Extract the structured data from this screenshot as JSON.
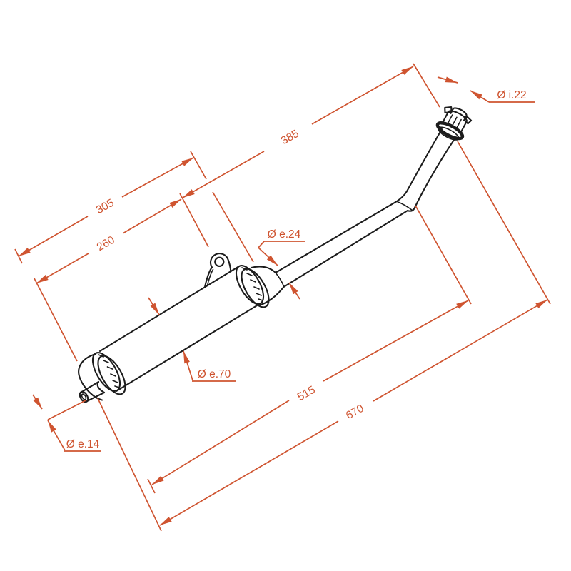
{
  "drawing": {
    "description": "technical dimension drawing of exhaust silencer",
    "colors": {
      "background": "#ffffff",
      "part_outline": "#1c1c1c",
      "dimension": "#cf5430"
    },
    "linear_dimensions": {
      "d385": "385",
      "d305": "305",
      "d260": "260",
      "d515": "515",
      "d670": "670"
    },
    "diameter_callouts": {
      "inlet_inner": "Ø i.22",
      "pipe_outer": "Ø e.24",
      "body_outer": "Ø e.70",
      "tip_outer": "Ø e.14"
    }
  }
}
